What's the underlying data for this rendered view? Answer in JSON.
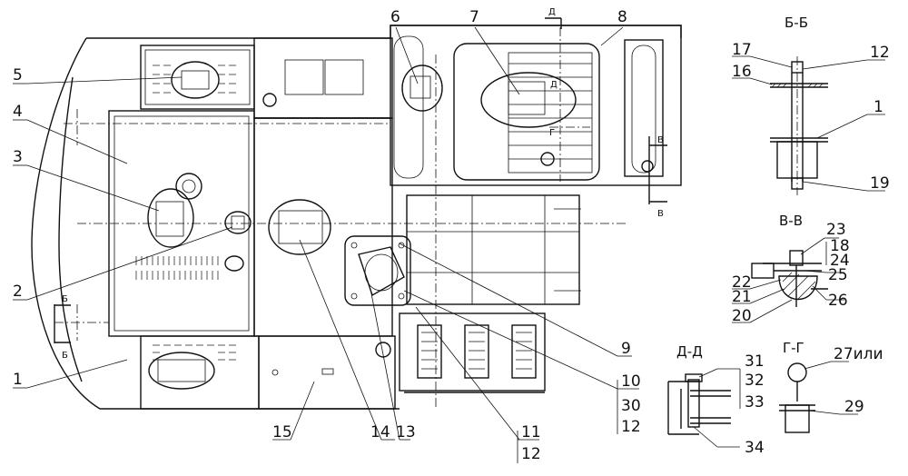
{
  "diagram": {
    "section_titles": {
      "bb": "Б-Б",
      "vv": "В-В",
      "dd": "Д-Д",
      "gg": "Г-Г"
    },
    "cut_markers": {
      "b_top": "Б",
      "b_bottom": "Б",
      "v_top": "В",
      "v_bottom": "В",
      "d_top": "Д",
      "d_inner": "Д",
      "g_inner": "Г"
    },
    "callouts": {
      "c1": "1",
      "c2": "2",
      "c3": "3",
      "c4": "4",
      "c5": "5",
      "c6": "6",
      "c7": "7",
      "c8": "8",
      "c9": "9",
      "c10": "10",
      "c30": "30",
      "c12a": "12",
      "c11": "11",
      "c12b": "12",
      "c13": "13",
      "c14": "14",
      "c15": "15",
      "bb_17": "17",
      "bb_12": "12",
      "bb_16": "16",
      "bb_1": "1",
      "bb_19": "19",
      "vv_23": "23",
      "vv_18": "18",
      "vv_24": "24",
      "vv_25": "25",
      "vv_22": "22",
      "vv_21": "21",
      "vv_20": "20",
      "vv_26": "26",
      "dd_31": "31",
      "dd_32": "32",
      "dd_33": "33",
      "dd_34": "34",
      "gg_27": "27или",
      "gg_29": "29"
    }
  }
}
